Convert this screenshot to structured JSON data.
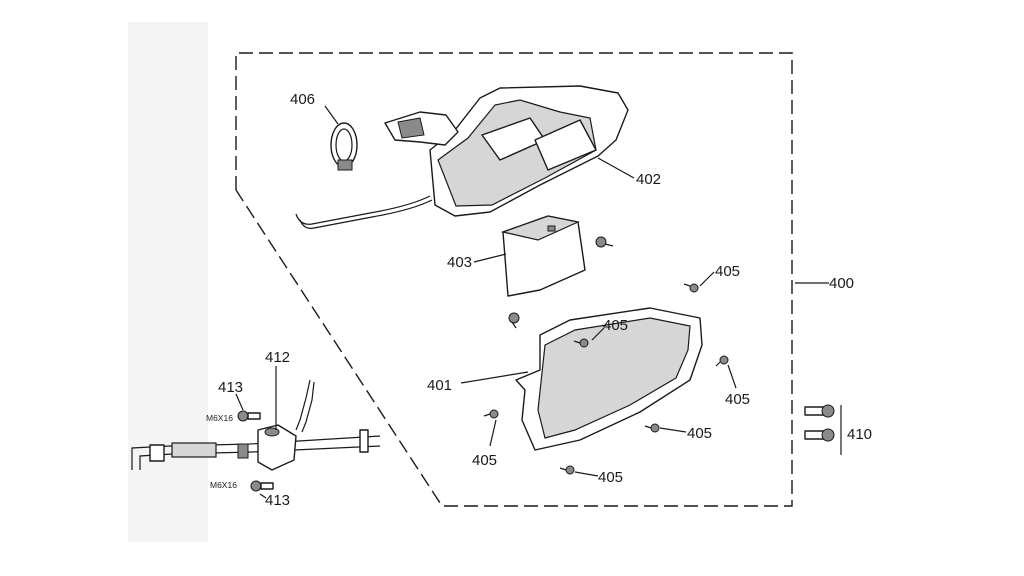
{
  "callouts": {
    "c400": "400",
    "c401": "401",
    "c402": "402",
    "c403": "403",
    "c405": "405",
    "c406": "406",
    "c410": "410",
    "c412": "412",
    "c413": "413"
  },
  "bolt_spec": "M6X16"
}
